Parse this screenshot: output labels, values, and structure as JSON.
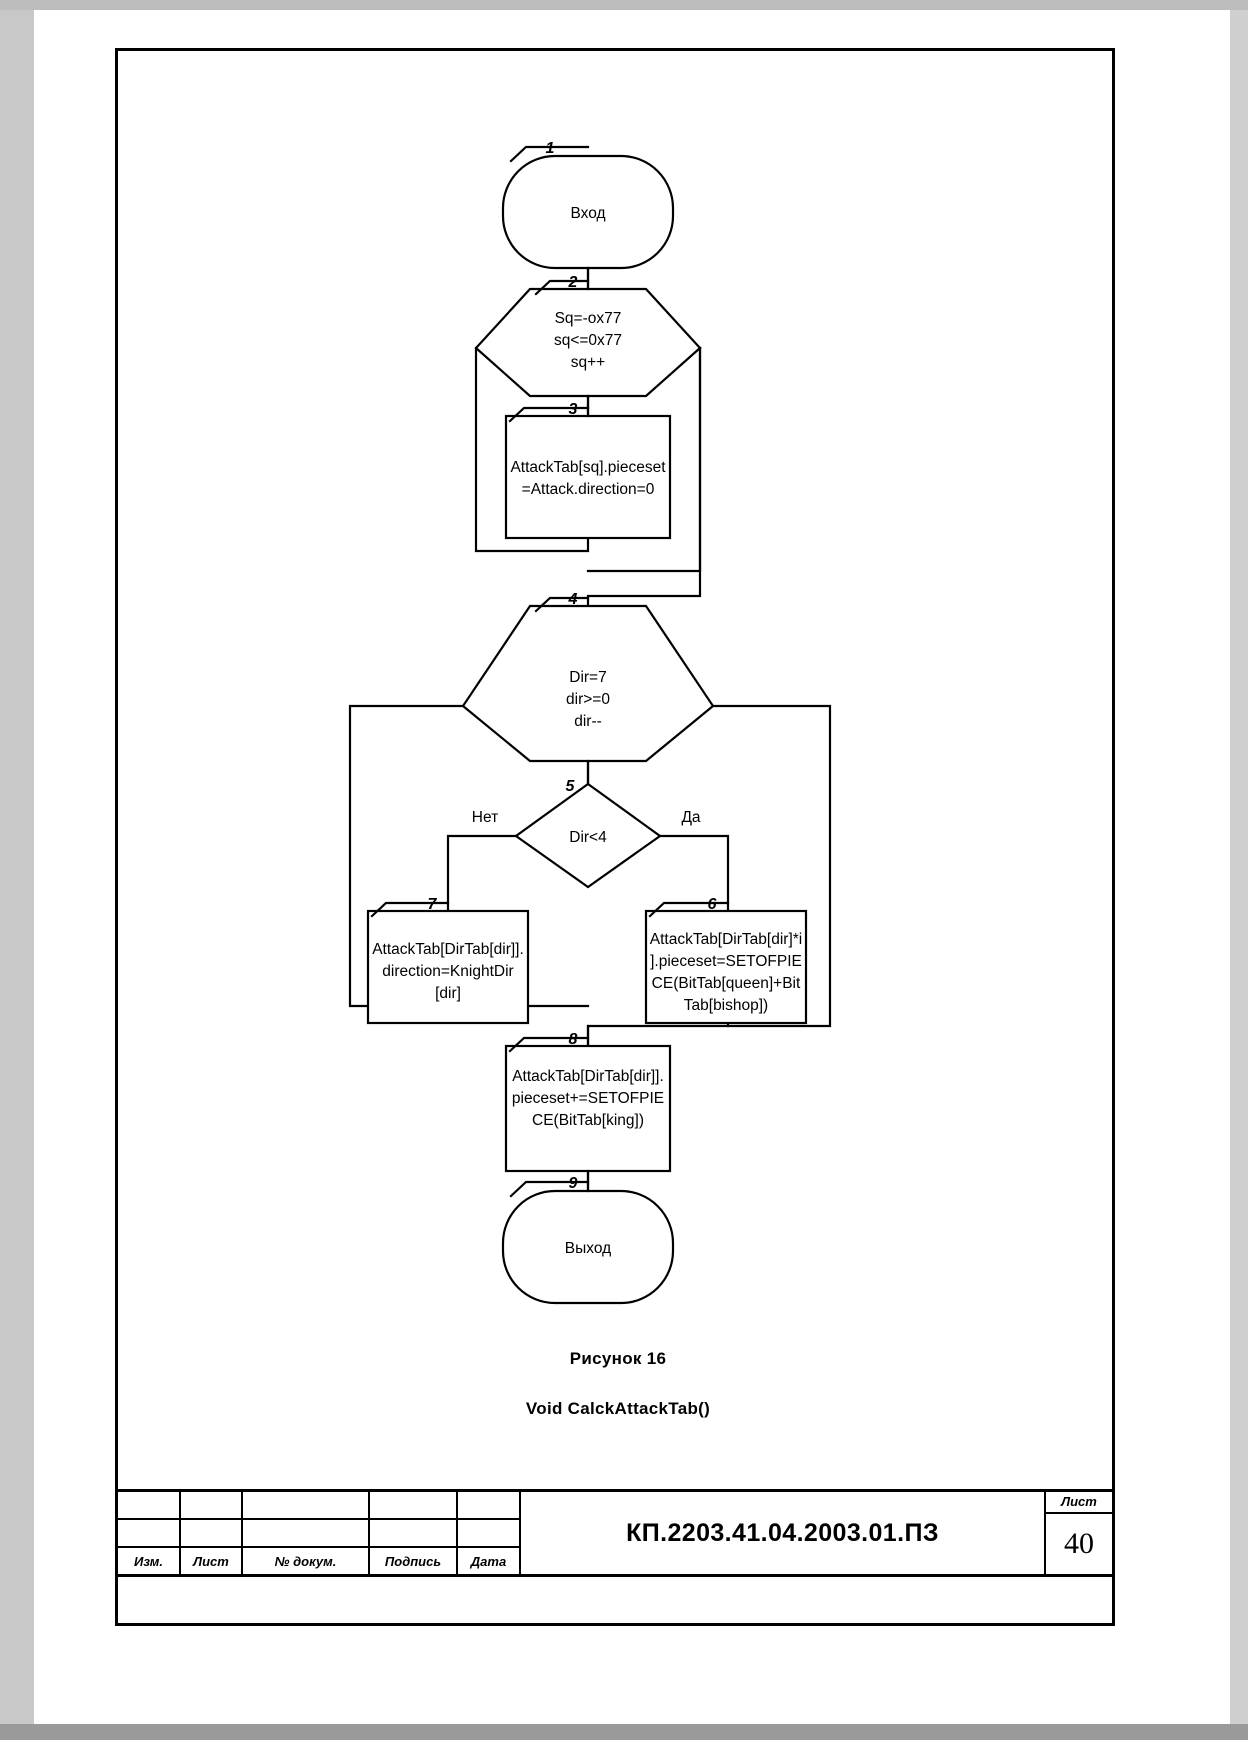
{
  "document": {
    "figure_caption": "Рисунок 16",
    "figure_subcaption": "Void CalckAttackTab()",
    "stamp": {
      "labels": {
        "izm": "Изм.",
        "list": "Лист",
        "ndokum": "№ докум.",
        "podpis": "Подпись",
        "data": "Дата",
        "sheet_word": "Лист"
      },
      "doc_number": "КП.2203.41.04.2003.01.ПЗ",
      "sheet_number": "40"
    }
  },
  "flowchart": {
    "type": "flowchart",
    "orientation": "top-down",
    "nodes": [
      {
        "id": "1",
        "label": "1",
        "shape": "terminator",
        "text": "Вход"
      },
      {
        "id": "2",
        "label": "2",
        "shape": "loop-start-hexagon",
        "text": "Sq=-ox77\nsq<=0x77\nsq++"
      },
      {
        "id": "3",
        "label": "3",
        "shape": "process",
        "text": "AttackTab[sq].pieceset\n=Attack.direction=0"
      },
      {
        "id": "4",
        "label": "4",
        "shape": "loop-start-hexagon",
        "text": "Dir=7\ndir>=0\ndir--"
      },
      {
        "id": "5",
        "label": "5",
        "shape": "decision",
        "text": "Dir<4"
      },
      {
        "id": "6",
        "label": "6",
        "shape": "process",
        "text": "AttackTab[DirTab[dir]*i\n].pieceset=SETOFPIE\nCE(BitTab[queen]+Bit\nTab[bishop])"
      },
      {
        "id": "7",
        "label": "7",
        "shape": "process",
        "text": "AttackTab[DirTab[dir]].\ndirection=KnightDir\n[dir]"
      },
      {
        "id": "8",
        "label": "8",
        "shape": "process",
        "text": "AttackTab[DirTab[dir]].\npieceset+=SETOFPIE\nCE(BitTab[king])"
      },
      {
        "id": "9",
        "label": "9",
        "shape": "terminator",
        "text": "Выход"
      }
    ],
    "edge_labels": {
      "no": "Нет",
      "yes": "Да"
    },
    "node_text": {
      "n1": "Вход",
      "n2_l1": "Sq=-ox77",
      "n2_l2": "sq<=0x77",
      "n2_l3": "sq++",
      "n3_l1": "AttackTab[sq].pieceset",
      "n3_l2": "=Attack.direction=0",
      "n4_l1": "Dir=7",
      "n4_l2": "dir>=0",
      "n4_l3": "dir--",
      "n5": "Dir<4",
      "n6_l1": "AttackTab[DirTab[dir]*i",
      "n6_l2": "].pieceset=SETOFPIE",
      "n6_l3": "CE(BitTab[queen]+Bit",
      "n6_l4": "Tab[bishop])",
      "n7_l1": "AttackTab[DirTab[dir]].",
      "n7_l2": "direction=KnightDir",
      "n7_l3": "[dir]",
      "n8_l1": "AttackTab[DirTab[dir]].",
      "n8_l2": "pieceset+=SETOFPIE",
      "n8_l3": "CE(BitTab[king])",
      "n9": "Выход"
    },
    "numbers": {
      "one": "1",
      "two": "2",
      "three": "3",
      "four": "4",
      "five": "5",
      "six": "6",
      "seven": "7",
      "eight": "8",
      "nine": "9"
    },
    "colors": {
      "stroke": "#000000",
      "fill": "#ffffff",
      "text": "#000000"
    }
  }
}
